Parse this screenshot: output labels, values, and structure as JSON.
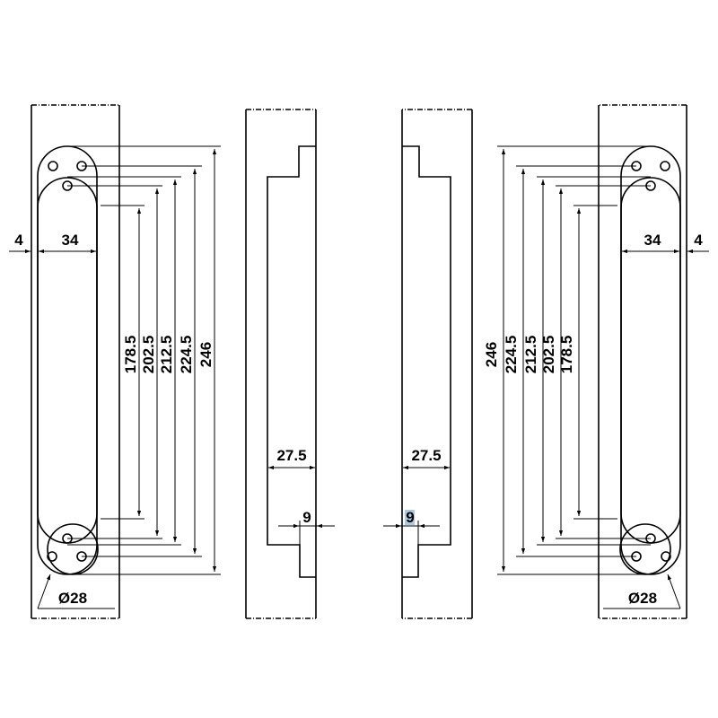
{
  "diagram": {
    "left_front": {
      "heights": [
        "178.5",
        "202.5",
        "212.5",
        "224.5",
        "246"
      ],
      "offset": "4",
      "width": "34",
      "diameter": "Ø28"
    },
    "left_side": {
      "depth": "27.5",
      "step": "9"
    },
    "right_side": {
      "depth": "27.5",
      "step": "9"
    },
    "right_front": {
      "heights": [
        "246",
        "224.5",
        "212.5",
        "202.5",
        "178.5"
      ],
      "offset": "4",
      "width": "34",
      "diameter": "Ø28"
    },
    "colors": {
      "line": "#000000",
      "selection": "#a9cbe6"
    }
  }
}
